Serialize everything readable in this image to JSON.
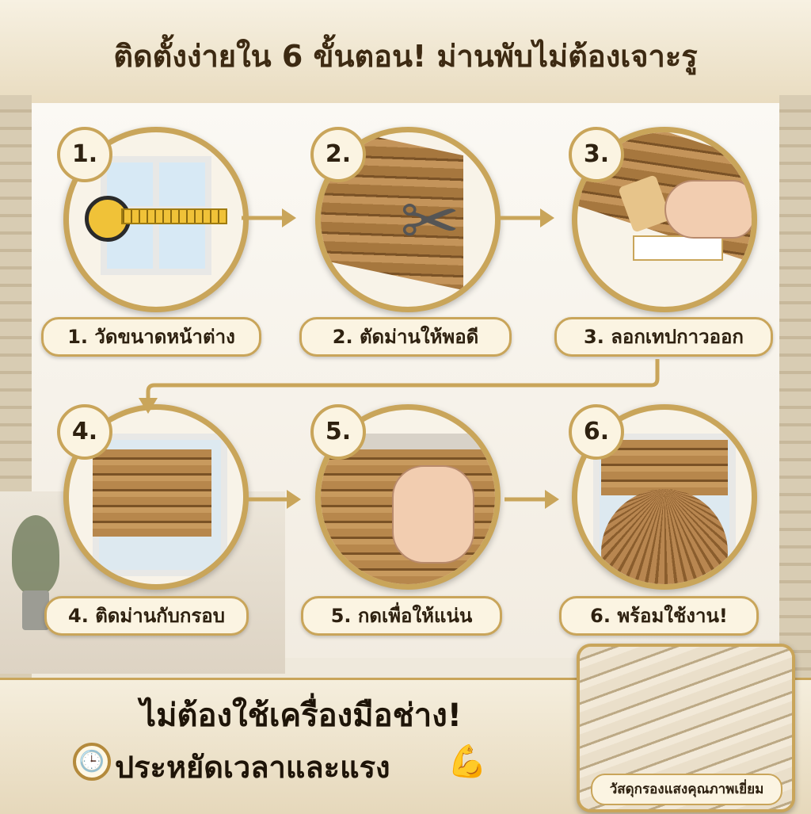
{
  "title": "ติดตั้งง่ายใน 6 ขั้นตอน! ม่านพับไม่ต้องเจาะรู",
  "steps": [
    {
      "number": "1.",
      "label": "1. วัดขนาดหน้าต่าง",
      "icon": "tape-measure-icon"
    },
    {
      "number": "2.",
      "label": "2. ตัดม่านให้พอดี",
      "icon": "scissors-icon"
    },
    {
      "number": "3.",
      "label": "3. ลอกเทปกาวออก",
      "icon": "peel-tape-icon"
    },
    {
      "number": "4.",
      "label": "4. ติดม่านกับกรอบ",
      "icon": "attach-blind-icon"
    },
    {
      "number": "5.",
      "label": "5. กดเพื่อให้แน่น",
      "icon": "press-hand-icon"
    },
    {
      "number": "6.",
      "label": "6. พร้อมใช้งาน!",
      "icon": "finished-blind-icon"
    }
  ],
  "bottom": {
    "line1": "ไม่ต้องใช้เครื่องมือช่าง!",
    "line2": "ประหยัดเวลาและแรง",
    "clock_icon": "clock-icon",
    "muscle_icon": "flexed-biceps-icon"
  },
  "swatch": {
    "label": "วัสดุกรองแสงคุณภาพเยี่ยม"
  },
  "colors": {
    "gold": "#c9a55a",
    "text": "#2e2110",
    "pleat_brown": "#a6773e"
  }
}
